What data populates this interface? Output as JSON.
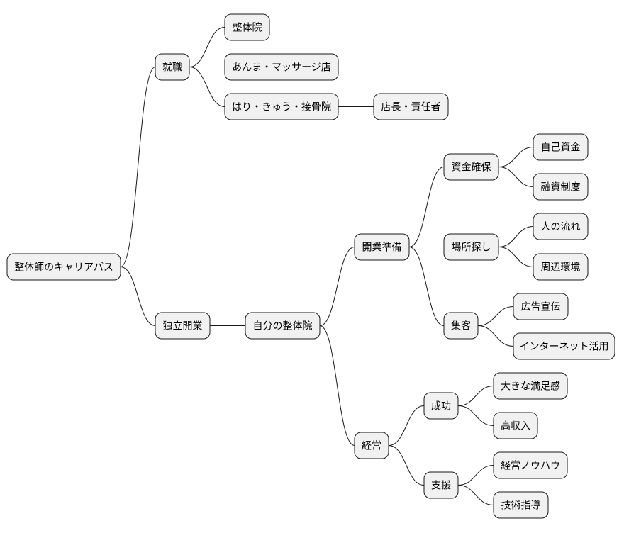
{
  "mindmap": {
    "root": "整体師のキャリアパス",
    "nodes": {
      "n1": "就職",
      "n1a": "整体院",
      "n1b": "あんま・マッサージ店",
      "n1c": "はり・きゅう・接骨院",
      "n1c1": "店長・責任者",
      "n2": "独立開業",
      "n2a": "自分の整体院",
      "n3": "開業準備",
      "n3a": "資金確保",
      "n3a1": "自己資金",
      "n3a2": "融資制度",
      "n3b": "場所探し",
      "n3b1": "人の流れ",
      "n3b2": "周辺環境",
      "n3c": "集客",
      "n3c1": "広告宣伝",
      "n3c2": "インターネット活用",
      "n4": "経営",
      "n4a": "成功",
      "n4a1": "大きな満足感",
      "n4a2": "高収入",
      "n4b": "支援",
      "n4b1": "経営ノウハウ",
      "n4b2": "技術指導"
    }
  },
  "colors": {
    "node_fill": "#f1f1f1",
    "stroke": "#181818",
    "text": "#000000"
  }
}
